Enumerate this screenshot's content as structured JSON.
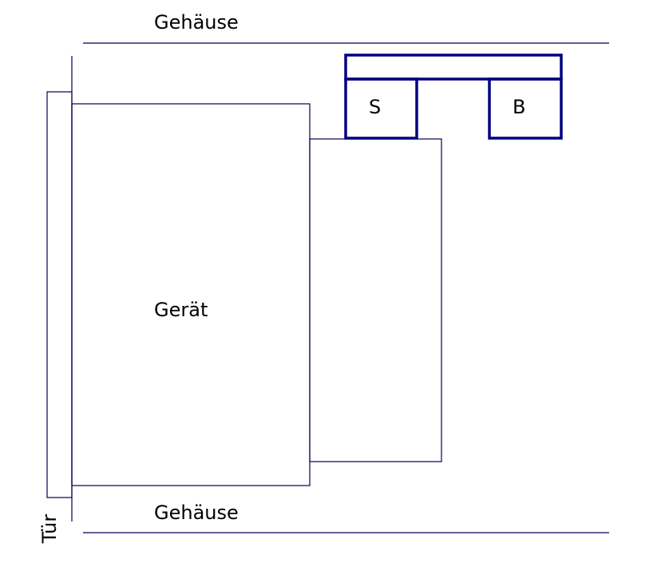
{
  "labels": {
    "housing_top": "Gehäuse",
    "housing_bottom": "Gehäuse",
    "device": "Gerät",
    "component_s": "S",
    "component_b": "B",
    "door": "Tür"
  },
  "colors": {
    "thin_line": "#00005a",
    "thick_line": "#000080",
    "text": "#000000",
    "background": "#ffffff"
  }
}
